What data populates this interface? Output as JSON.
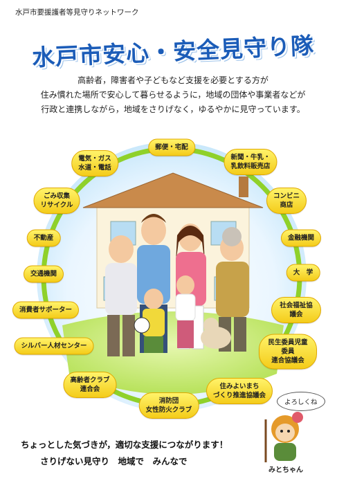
{
  "org_name": "水戸市要援護者等見守りネットワーク",
  "title": "水戸市安心・安全見守り隊",
  "intro": {
    "line1": "高齢者，障害者や子どもなど支援を必要とする方が",
    "line2": "住み慣れた場所で安心して暮らせるように，地域の団体や事業者などが",
    "line3": "行政と連携しながら，地域をさりげなく，ゆるやかに見守っています。"
  },
  "network_nodes": [
    {
      "label": "郵便・宅配"
    },
    {
      "label": "新聞・牛乳・\n乳飲料販売店"
    },
    {
      "label": "コンビニ\n商店"
    },
    {
      "label": "金融機関"
    },
    {
      "label": "大　学"
    },
    {
      "label": "社会福祉協議会"
    },
    {
      "label": "民生委員児童委員\n連合協議会"
    },
    {
      "label": "住みよいまち\nづくり推進協議会"
    },
    {
      "label": "消防団\n女性防火クラブ"
    },
    {
      "label": "高齢者クラブ\n連合会"
    },
    {
      "label": "シルバー人材センター"
    },
    {
      "label": "消費者サポーター"
    },
    {
      "label": "交通機関"
    },
    {
      "label": "不動産"
    },
    {
      "label": "ごみ収集\nリサイクル"
    },
    {
      "label": "電気・ガス\n水道・電話"
    }
  ],
  "slogan": {
    "line1": "ちょっとした気づきが，適切な支援につながります！",
    "line2": "さりげない見守り　地域で　みんなで"
  },
  "mascot": {
    "speech": "よろしくね",
    "name": "みとちゃん"
  },
  "colors": {
    "title_blue": "#1b5cb8",
    "ring_green": "#8fd12a",
    "node_yellow": "#f6d21e"
  }
}
